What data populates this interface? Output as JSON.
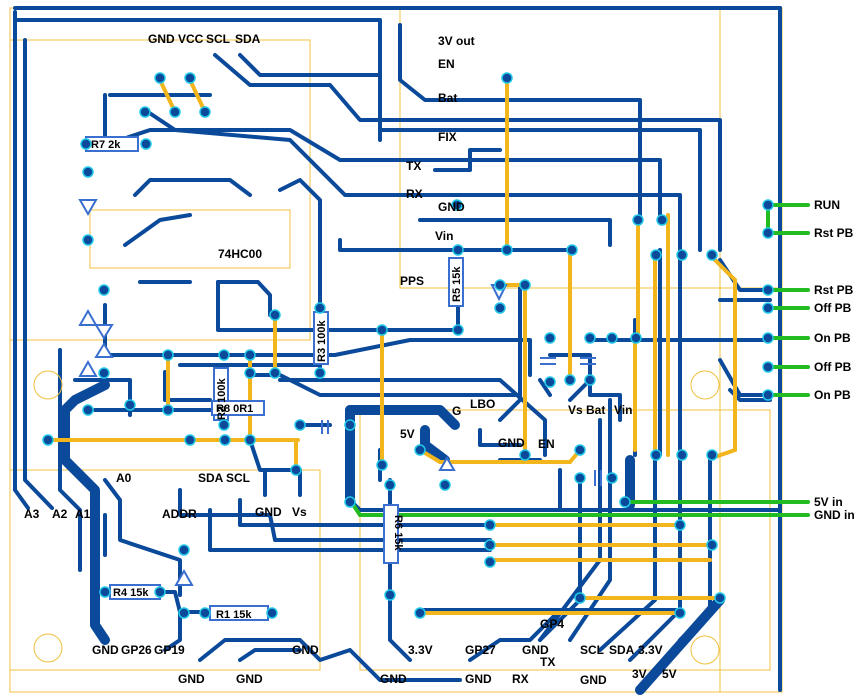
{
  "colors": {
    "background": "#ffffff",
    "outline": "#f0c040",
    "bottom_trace": "#0b4a9a",
    "top_trace": "#f2b51c",
    "external_wire": "#22bb22",
    "pad": "#0b4a9a",
    "via_ring": "#22c8e8",
    "component": "#3a6fd0",
    "text": "#000000"
  },
  "labels": {
    "gnd_top": "GND",
    "vcc_top": "VCC",
    "scl_top": "SCL",
    "sda_top": "SDA",
    "v3_out": "3V out",
    "en_top": "EN",
    "bat_top": "Bat",
    "fix": "FIX",
    "tx_mid": "TX",
    "rx_mid": "RX",
    "gnd_mid": "GND",
    "vin_mid": "Vin",
    "pps": "PPS",
    "chip": "74HC00",
    "r7": "R7 2k",
    "r5": "R5 15k",
    "r3": "R3 100k",
    "r2": "R2 100k",
    "r8": "R8 0R1",
    "r6": "R6 15k",
    "r4": "R4 15k",
    "r1": "R1 15k",
    "g_lbl": "G",
    "lbo": "LBO",
    "v5_mid": "5V",
    "gnd_lbo": "GND",
    "en_lbo": "EN",
    "vs_lbl": "Vs",
    "bat_lbl": "Bat",
    "vin_lbl": "Vin",
    "a0": "A0",
    "sda_mid": "SDA",
    "scl_mid": "SCL",
    "addr": "ADDR",
    "gnd_sensor": "GND",
    "vs_sensor": "Vs",
    "a3": "A3",
    "a2": "A2",
    "a1": "A1",
    "gp4": "GP4",
    "gnd_b1": "GND",
    "gp26": "GP26",
    "gp19": "GP19",
    "gnd_b2": "GND",
    "v33_b1": "3.3V",
    "gp27": "GP27",
    "gnd_b3": "GND",
    "tx_b": "TX",
    "scl_b": "SCL",
    "sda_b": "SDA",
    "v33_b2": "3.3V",
    "gnd_bot1": "GND",
    "gnd_bot2": "GND",
    "gnd_bot3": "GND",
    "gnd_bot4": "GND",
    "rx_b": "RX",
    "gnd_bot5": "GND",
    "v3_b": "3V",
    "v5_b": "5V",
    "run": "RUN",
    "rst_pb1": "Rst PB",
    "rst_pb2": "Rst PB",
    "off_pb1": "Off PB",
    "on_pb1": "On PB",
    "off_pb2": "Off PB",
    "on_pb2": "On PB",
    "v5_in": "5V in",
    "gnd_in": "GND in"
  }
}
